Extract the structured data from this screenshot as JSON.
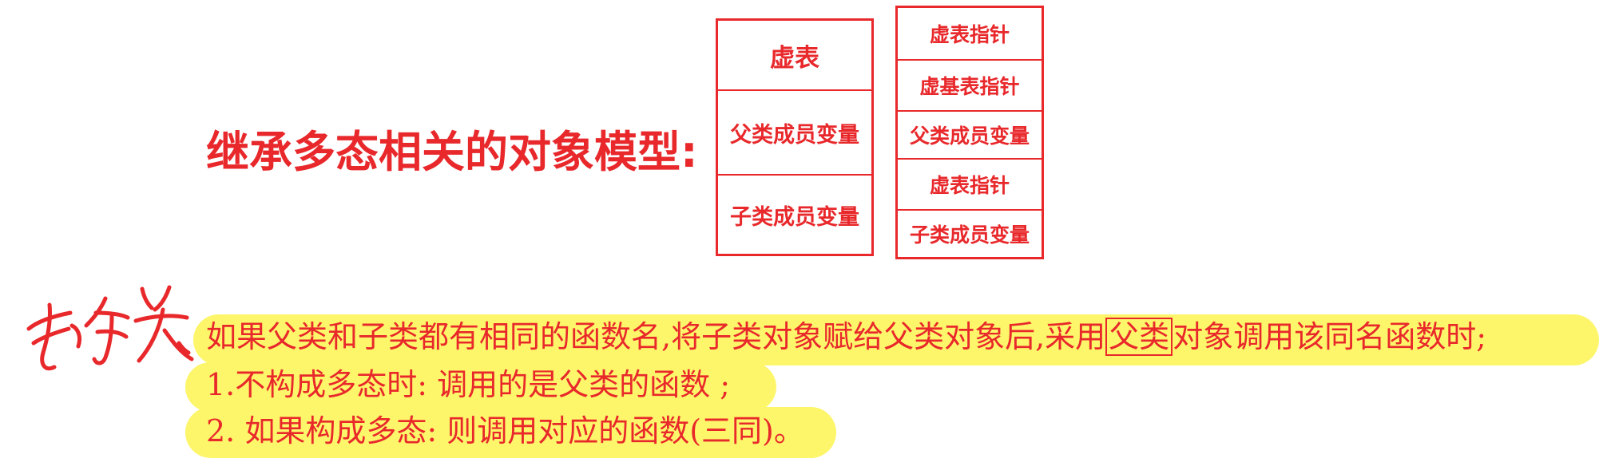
{
  "title": "继承多态相关的对象模型:",
  "left_model": {
    "cells": [
      "虚表",
      "父类成员变量",
      "子类成员变量"
    ]
  },
  "right_model": {
    "cells": [
      "虚表指针",
      "虚基表指针",
      "父类成员变量",
      "虚表指针",
      "子类成员变量"
    ]
  },
  "notes": {
    "line1_before": "如果父类和子类都有相同的函数名,将子类对象赋给父类对象后,采用",
    "line1_boxed": "父类",
    "line1_after": "对象调用该同名函数时;",
    "line2": "1.不构成多态时: 调用的是父类的函数 ;",
    "line3": "2. 如果构成多态: 则调用对应的函数(三同)。"
  },
  "colors": {
    "accent": "#e8282b",
    "highlight": "#fdf66a"
  }
}
